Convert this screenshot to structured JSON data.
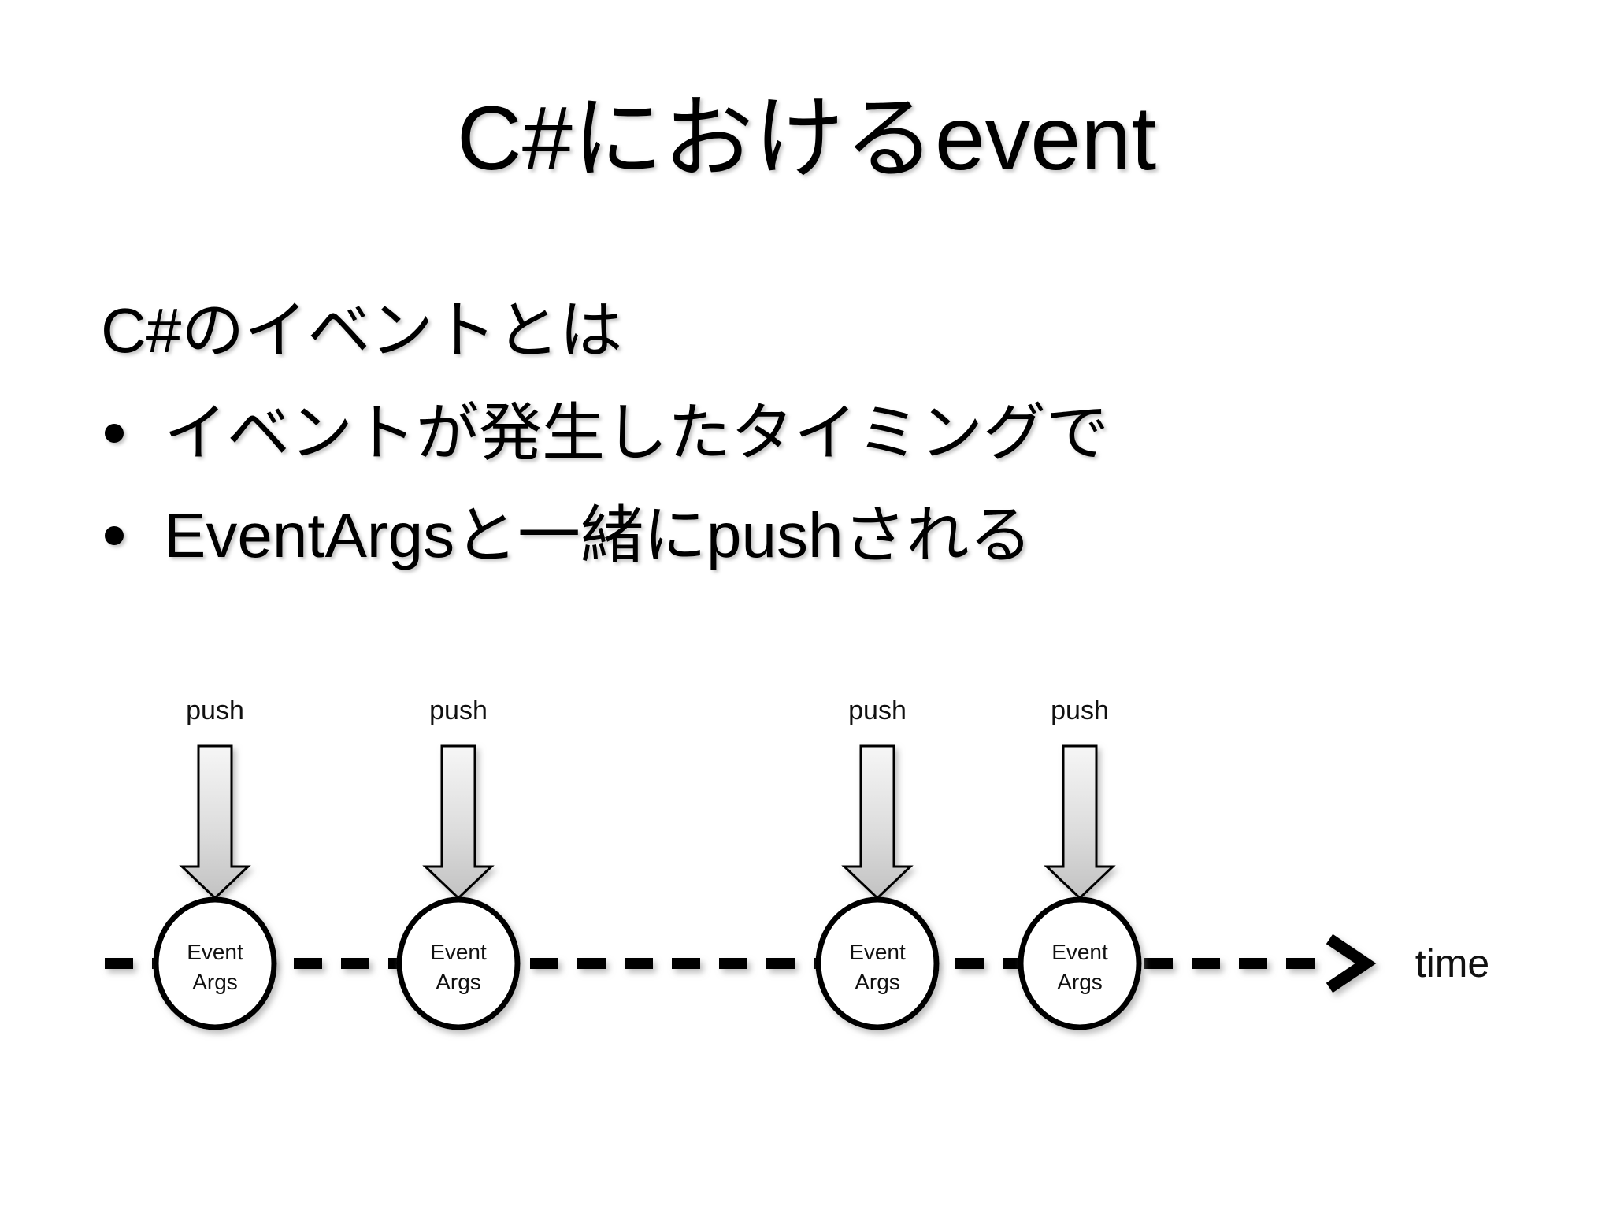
{
  "slide": {
    "title": "C#におけるevent",
    "body": {
      "heading": "C#のイベントとは",
      "bullet_marker": "•",
      "bullets": [
        "イベントが発生したタイミングで",
        "EventArgsと一緒にpushされる"
      ]
    },
    "diagram": {
      "push_labels": [
        "push",
        "push",
        "push",
        "push"
      ],
      "circles": [
        {
          "line1": "Event",
          "line2": "Args"
        },
        {
          "line1": "Event",
          "line2": "Args"
        },
        {
          "line1": "Event",
          "line2": "Args"
        },
        {
          "line1": "Event",
          "line2": "Args"
        }
      ],
      "time_label": "time",
      "icons": {
        "push_arrow": "down-block-arrow",
        "timeline": "dashed-horizontal-line",
        "time_arrowhead": "right-arrowhead-chevron",
        "bullet": "filled-dot"
      },
      "colors": {
        "background": "#ffffff",
        "text": "#000000",
        "arrow_fill_top": "#f4f4f4",
        "arrow_fill_bottom": "#c4c4c4",
        "arrow_outline": "#000000",
        "timeline_color": "#000000",
        "shadow": "#8a8a8a"
      }
    }
  }
}
